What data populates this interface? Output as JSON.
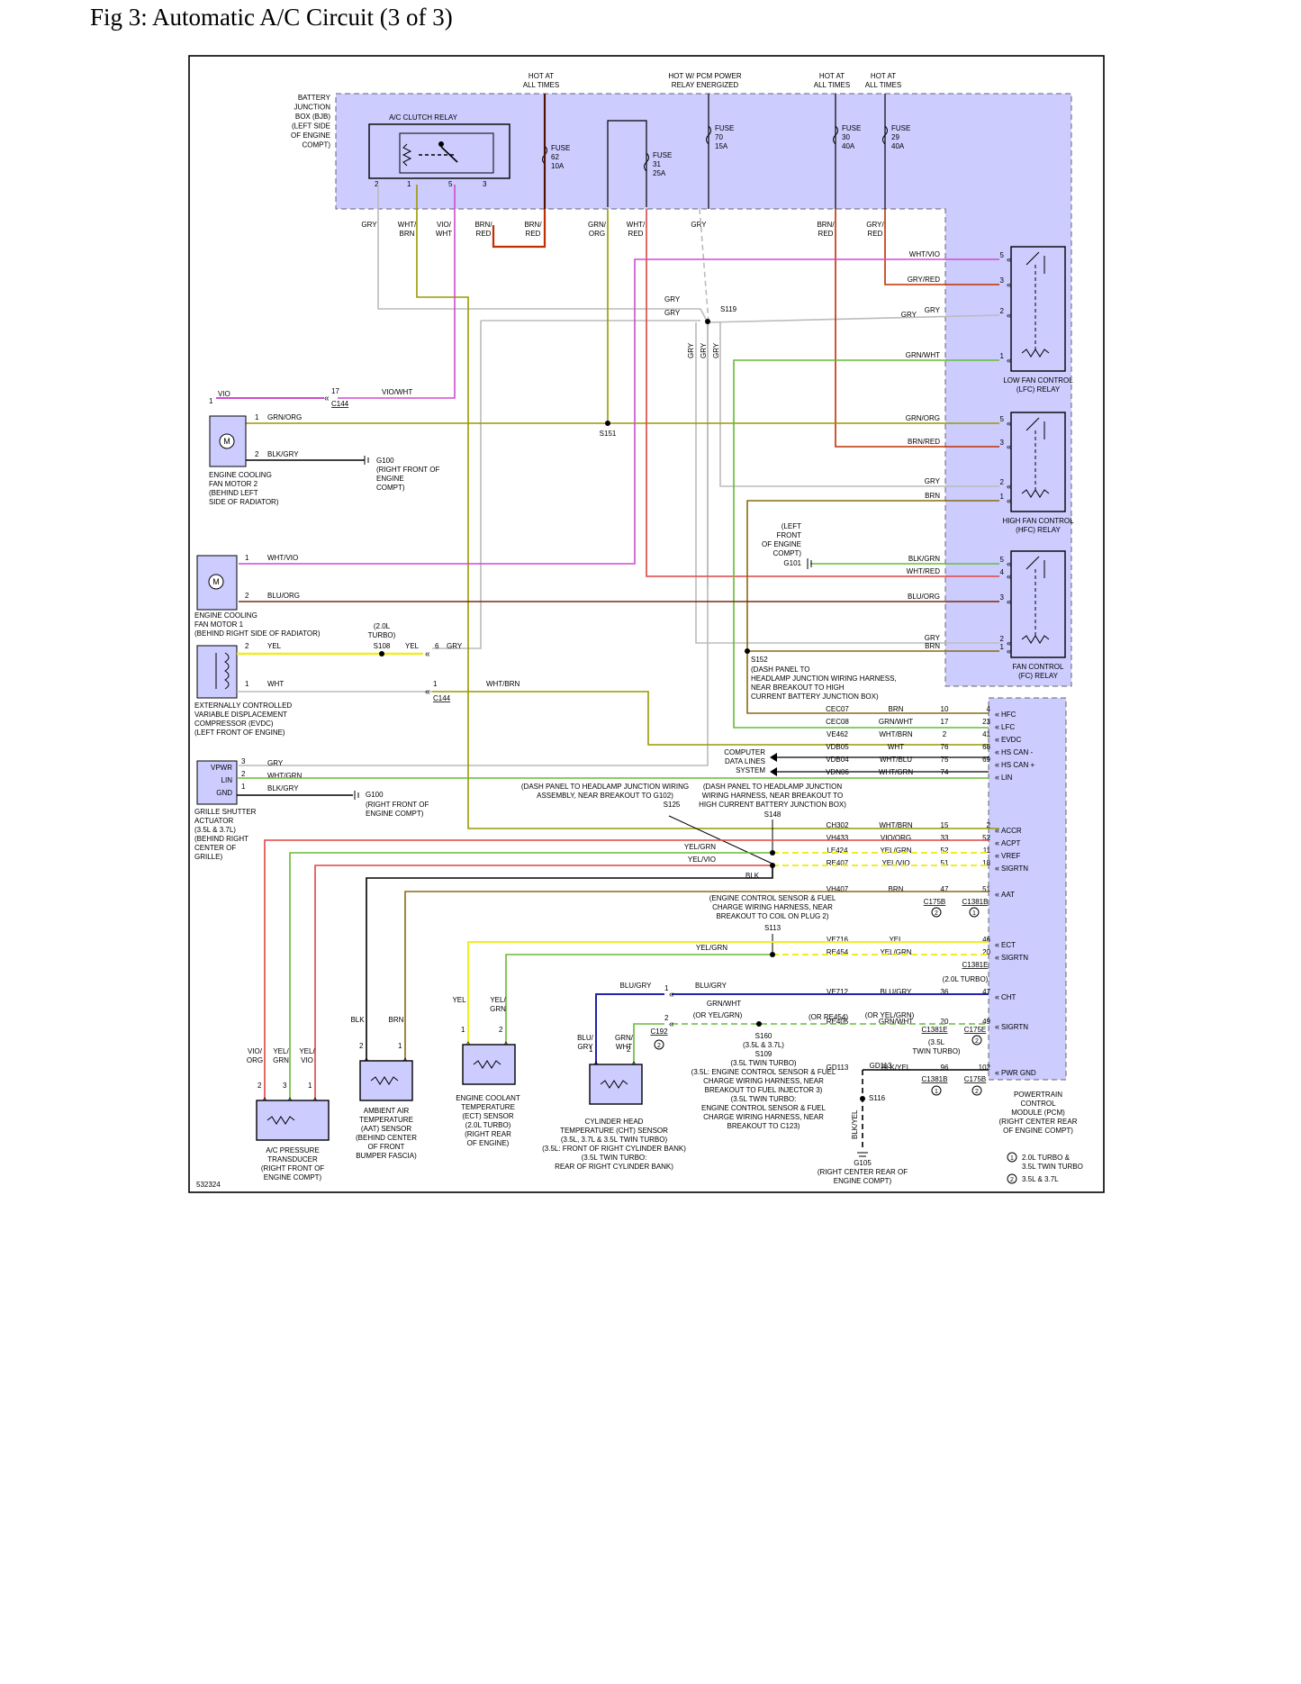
{
  "title": "Fig 3: Automatic A/C Circuit (3 of 3)",
  "figure_id": "532324",
  "colors": {
    "box_fill": "#ccccff",
    "violet": "#d04ad0",
    "gray": "#bbbbbb",
    "green": "#66bb33",
    "olive": "#999900",
    "brown": "#8a6a10",
    "red": "#e04444",
    "dark_red": "#c03000",
    "yellow": "#eeee22",
    "blue": "#2222aa",
    "black": "#000000"
  },
  "power": {
    "hot1": [
      "HOT AT",
      "ALL TIMES"
    ],
    "hot_pcm": [
      "HOT W/ PCM POWER",
      "RELAY ENERGIZED"
    ],
    "hot2": [
      "HOT AT",
      "ALL TIMES"
    ],
    "hot3": [
      "HOT AT",
      "ALL TIMES"
    ]
  },
  "bjb": {
    "label": [
      "BATTERY",
      "JUNCTION",
      "BOX (BJB)",
      "(LEFT SIDE",
      "OF ENGINE",
      "COMPT)"
    ],
    "relay": "A/C CLUTCH RELAY",
    "relay_pins": [
      "2",
      "1",
      "5",
      "3"
    ],
    "fuses": [
      {
        "lines": [
          "FUSE",
          "62",
          "10A"
        ]
      },
      {
        "lines": [
          "FUSE",
          "31",
          "25A"
        ]
      },
      {
        "lines": [
          "FUSE",
          "70",
          "15A"
        ]
      },
      {
        "lines": [
          "FUSE",
          "30",
          "40A"
        ]
      },
      {
        "lines": [
          "FUSE",
          "29",
          "40A"
        ]
      }
    ]
  },
  "top_wires": [
    [
      "GRY"
    ],
    [
      "WHT/",
      "BRN"
    ],
    [
      "VIO/",
      "WHT"
    ],
    [
      "BRN/",
      "RED"
    ],
    [
      "BRN/",
      "RED"
    ],
    [
      "GRN/",
      "ORG"
    ],
    [
      "WHT/",
      "RED"
    ],
    [
      "GRY"
    ],
    [
      "BRN/",
      "RED"
    ],
    [
      "GRY/",
      "RED"
    ]
  ],
  "splices": [
    "S119",
    "S151",
    "S152",
    "S148",
    "S125",
    "S113",
    "S160",
    "S116",
    "S108"
  ],
  "relays": {
    "lfc": {
      "name": [
        "LOW FAN CONTROL",
        "(LFC) RELAY"
      ],
      "pins": [
        "5",
        "3",
        "2",
        "1"
      ],
      "wires": [
        "WHT/VIO",
        "GRY/RED",
        "GRY",
        "GRN/WHT"
      ]
    },
    "hfc": {
      "name": [
        "HIGH FAN CONTROL",
        "(HFC) RELAY"
      ],
      "pins": [
        "5",
        "3",
        "2",
        "1"
      ],
      "wires": [
        "GRN/ORG",
        "BRN/RED",
        "GRY",
        "BRN"
      ]
    },
    "fc": {
      "name": [
        "FAN CONTROL",
        "(FC) RELAY"
      ],
      "pins": [
        "5",
        "4",
        "3",
        "2",
        "1"
      ],
      "wires": [
        "BLK/GRN",
        "WHT/RED",
        "BLU/ORG",
        "GRY",
        "BRN"
      ]
    }
  },
  "left": {
    "vio_pin": "1",
    "vio": "VIO",
    "c144_pin": "17",
    "c144": "C144",
    "vio_wht": "VIO/WHT",
    "motor2": {
      "pins": [
        "1",
        "2"
      ],
      "wires": [
        "GRN/ORG",
        "BLK/GRY"
      ],
      "label": [
        "ENGINE COOLING",
        "FAN MOTOR 2",
        "(BEHIND LEFT",
        "SIDE OF RADIATOR)"
      ]
    },
    "g100a": {
      "name": "G100",
      "loc": [
        "(RIGHT FRONT OF",
        "ENGINE",
        "COMPT)"
      ]
    },
    "motor1": {
      "pins": [
        "1",
        "2"
      ],
      "wires": [
        "WHT/VIO",
        "BLU/ORG"
      ],
      "label": [
        "ENGINE COOLING",
        "FAN MOTOR 1",
        "(BEHIND RIGHT SIDE OF RADIATOR)"
      ]
    },
    "evdc": {
      "pins": [
        "2",
        "1"
      ],
      "wires": [
        "YEL",
        "WHT"
      ],
      "label": [
        "EXTERNALLY CONTROLLED",
        "VARIABLE DISPLACEMENT",
        "COMPRESSOR (EVDC)",
        "(LEFT FRONT OF ENGINE)"
      ]
    },
    "s108_note": [
      "(2.0L",
      "TURBO)"
    ],
    "c144b_pins": [
      "6",
      "1"
    ],
    "yel": "YEL",
    "gry": "GRY",
    "wht_brn": "WHT/BRN",
    "grille": {
      "pins": [
        "3",
        "2",
        "1"
      ],
      "names": [
        "VPWR",
        "LIN",
        "GND"
      ],
      "wires": [
        "GRY",
        "WHT/GRN",
        "BLK/GRY"
      ],
      "label": [
        "GRILLE SHUTTER",
        "ACTUATOR",
        "(3.5L & 3.7L)",
        "(BEHIND RIGHT",
        "CENTER OF",
        "GRILLE)"
      ]
    },
    "g100b": {
      "name": "G100",
      "loc": [
        "(RIGHT FRONT OF",
        "ENGINE COMPT)"
      ]
    }
  },
  "g101": {
    "name": "G101",
    "loc": [
      "(LEFT",
      "FRONT",
      "OF ENGINE",
      "COMPT)"
    ]
  },
  "s152_note": [
    "(DASH PANEL TO",
    "HEADLAMP JUNCTION WIRING HARNESS,",
    "NEAR BREAKOUT TO HIGH",
    "CURRENT BATTERY JUNCTION BOX)"
  ],
  "computer_lines": [
    "COMPUTER",
    "DATA LINES",
    "SYSTEM"
  ],
  "pcm_rows": [
    {
      "circ": "CEC07",
      "color": "BRN",
      "n": "10",
      "pin": "4",
      "sig": "HFC"
    },
    {
      "circ": "CEC08",
      "color": "GRN/WHT",
      "n": "17",
      "pin": "23",
      "sig": "LFC"
    },
    {
      "circ": "VE462",
      "color": "WHT/BRN",
      "n": "2",
      "pin": "41",
      "sig": "EVDC"
    },
    {
      "circ": "VDB05",
      "color": "WHT",
      "n": "76",
      "pin": "68",
      "sig": "HS CAN -"
    },
    {
      "circ": "VDB04",
      "color": "WHT/BLU",
      "n": "75",
      "pin": "69",
      "sig": "HS CAN +"
    },
    {
      "circ": "VDN06",
      "color": "WHT/GRN",
      "n": "74",
      "pin": "",
      "sig": "LIN"
    },
    {
      "circ": "CH302",
      "color": "WHT/BRN",
      "n": "15",
      "pin": "2",
      "sig": "ACCR"
    },
    {
      "circ": "VH433",
      "color": "VIO/ORG",
      "n": "33",
      "pin": "52",
      "sig": "ACPT"
    },
    {
      "circ": "LE424",
      "color": "YEL/GRN",
      "n": "52",
      "pin": "11",
      "sig": "VREF"
    },
    {
      "circ": "RE407",
      "color": "YEL/VIO",
      "n": "51",
      "pin": "18",
      "sig": "SIGRTN"
    },
    {
      "circ": "VH407",
      "color": "BRN",
      "n": "47",
      "pin": "51",
      "sig": "AAT"
    },
    {
      "circ": "VE716",
      "color": "YEL",
      "n": "",
      "pin": "46",
      "sig": "ECT"
    },
    {
      "circ": "RE454",
      "color": "YEL/GRN",
      "n": "",
      "pin": "20",
      "sig": "SIGRTN"
    },
    {
      "circ": "VE712",
      "color": "BLU/GRY",
      "n": "36",
      "pin": "47",
      "sig": "CHT"
    },
    {
      "circ": "RE405",
      "color": "GRN/WHT",
      "n": "20",
      "pin": "49",
      "sig": "SIGRTN"
    },
    {
      "circ": "GD113",
      "color": "BLK/YEL",
      "n": "96",
      "pin": "102",
      "sig": "PWR GND"
    }
  ],
  "pcm_misc": {
    "re405_alt": "(OR RE454)",
    "grnwht_alt": "(OR YEL/GRN)",
    "connectors": [
      "C175B",
      "C1381B",
      "C1381E",
      "C175E",
      "C1381B",
      "C175B"
    ],
    "turbo_note": "(2.0L TURBO)",
    "twin_note": [
      "(3.5L",
      "TWIN TURBO)"
    ],
    "name": [
      "POWERTRAIN",
      "CONTROL",
      "MODULE (PCM)",
      "(RIGHT CENTER REAR",
      "OF ENGINE COMPT)"
    ]
  },
  "notes": {
    "dash1": [
      "(DASH PANEL TO HEADLAMP JUNCTION WIRING",
      "ASSEMBLY, NEAR BREAKOUT TO G102)"
    ],
    "dash2": [
      "(DASH PANEL TO HEADLAMP JUNCTION",
      "WIRING HARNESS, NEAR BREAKOUT TO",
      "HIGH CURRENT BATTERY JUNCTION BOX)"
    ],
    "ecs": [
      "(ENGINE CONTROL SENSOR & FUEL",
      "CHARGE WIRING HARNESS, NEAR",
      "BREAKOUT TO COIL ON PLUG 2)"
    ],
    "s109": [
      "S160",
      "(3.5L & 3.7L)",
      "S109",
      "(3.5L TWIN TURBO)",
      "(3.5L: ENGINE CONTROL SENSOR & FUEL",
      "CHARGE WIRING HARNESS, NEAR",
      "BREAKOUT TO FUEL INJECTOR 3)",
      "(3.5L TWIN TURBO:",
      "ENGINE CONTROL SENSOR & FUEL",
      "CHARGE WIRING HARNESS, NEAR",
      "BREAKOUT TO C123)"
    ]
  },
  "wire_labels": {
    "yel_grn": "YEL/GRN",
    "yel_vio": "YEL/VIO",
    "blk": "BLK",
    "blu_gry": "BLU/GRY",
    "grn_wht": "GRN/WHT",
    "or_yel_grn": "(OR YEL/GRN)",
    "gry": "GRY",
    "brn": "BRN",
    "blk_yel": "BLK/YEL",
    "c192": "C192"
  },
  "sensors": {
    "acpt": {
      "pins": [
        "2",
        "3",
        "1"
      ],
      "wires": [
        [
          "VIO/",
          "ORG"
        ],
        [
          "YEL/",
          "GRN"
        ],
        [
          "YEL/",
          "VIO"
        ]
      ],
      "label": [
        "A/C PRESSURE",
        "TRANSDUCER",
        "(RIGHT FRONT OF",
        "ENGINE COMPT)"
      ]
    },
    "aat": {
      "pins": [
        "2",
        "1"
      ],
      "wires": [
        [
          "BLK"
        ],
        [
          "BRN"
        ]
      ],
      "label": [
        "AMBIENT AIR",
        "TEMPERATURE",
        "(AAT) SENSOR",
        "(BEHIND CENTER",
        "OF FRONT",
        "BUMPER FASCIA)"
      ]
    },
    "ect": {
      "pins": [
        "1",
        "2"
      ],
      "wires": [
        [
          "YEL"
        ],
        [
          "YEL/",
          "GRN"
        ]
      ],
      "label": [
        "ENGINE COOLANT",
        "TEMPERATURE",
        "(ECT) SENSOR",
        "(2.0L TURBO)",
        "(RIGHT REAR",
        "OF ENGINE)"
      ]
    },
    "cht": {
      "pins": [
        "1",
        "2"
      ],
      "wires": [
        [
          "BLU/",
          "GRY"
        ],
        [
          "GRN/",
          "WHT"
        ]
      ],
      "label": [
        "CYLINDER HEAD",
        "TEMPERATURE (CHT) SENSOR",
        "(3.5L, 3.7L & 3.5L TWIN TURBO)",
        "(3.5L: FRONT OF RIGHT CYLINDER BANK)",
        "(3.5L TWIN TURBO:",
        "REAR OF RIGHT CYLINDER BANK)"
      ]
    }
  },
  "g105": {
    "name": "G105",
    "loc": [
      "(RIGHT CENTER REAR OF",
      "ENGINE COMPT)"
    ]
  },
  "legend": [
    {
      "n": "1",
      "text": [
        "2.0L TURBO &",
        "3.5L TWIN TURBO"
      ]
    },
    {
      "n": "2",
      "text": [
        "3.5L & 3.7L"
      ]
    }
  ]
}
